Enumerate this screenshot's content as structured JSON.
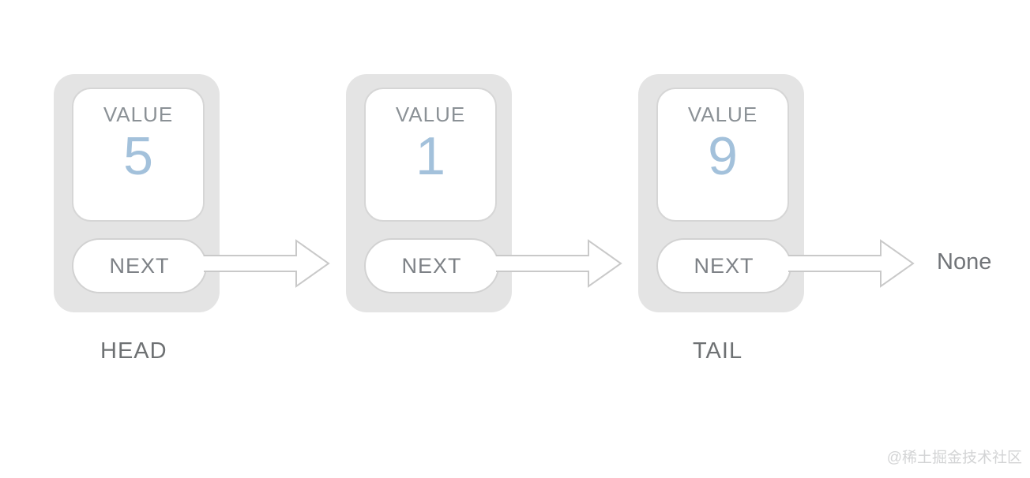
{
  "diagram": {
    "nodes": [
      {
        "value_label": "VALUE",
        "value": "5",
        "next_label": "NEXT"
      },
      {
        "value_label": "VALUE",
        "value": "1",
        "next_label": "NEXT"
      },
      {
        "value_label": "VALUE",
        "value": "9",
        "next_label": "NEXT"
      }
    ],
    "head_label": "HEAD",
    "tail_label": "TAIL",
    "terminator_label": "None"
  },
  "watermark": {
    "text": "@稀土掘金技术社区"
  },
  "colors": {
    "node_background": "#e4e4e4",
    "box_background": "#ffffff",
    "box_border": "#d6d6d6",
    "value_label_text": "#8b9196",
    "value_number_text": "#a3c1db",
    "next_text": "#7d8186",
    "node_label_text": "#6e7173",
    "terminator_text": "#717478",
    "arrow_stroke": "#c9c9c9",
    "arrow_fill": "#ffffff",
    "watermark_text": "#d3d4d5"
  }
}
